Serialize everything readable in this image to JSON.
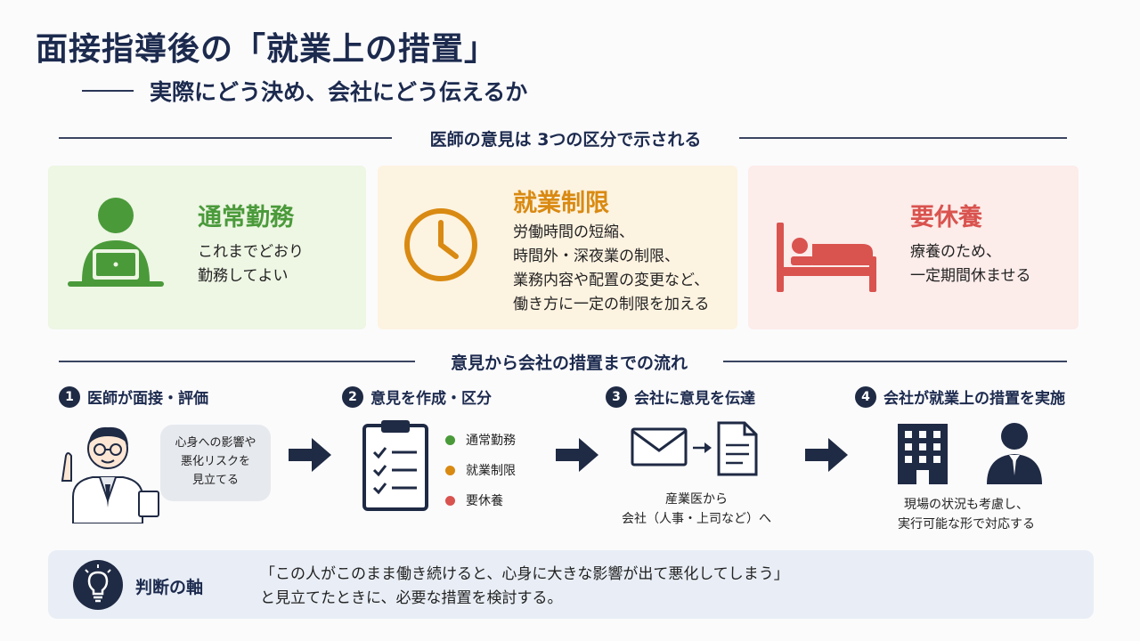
{
  "header": {
    "title": "面接指導後の「就業上の措置」",
    "subtitle": "実際にどう決め、会社にどう伝えるか"
  },
  "categories_section": {
    "title": "医師の意見は 3つの区分で示される",
    "cards": [
      {
        "heading": "通常勤務",
        "lines": [
          "これまでどおり",
          "勤務してよい"
        ],
        "color": "#4a9a3a"
      },
      {
        "heading": "就業制限",
        "lines": [
          "労働時間の短縮、",
          "時間外・深夜業の制限、",
          "業務内容や配置の変更など、",
          "働き方に一定の制限を加える"
        ],
        "color": "#d98a12"
      },
      {
        "heading": "要休養",
        "lines": [
          "療養のため、",
          "一定期間休ませる"
        ],
        "color": "#d9534f"
      }
    ]
  },
  "flow_section": {
    "title": "意見から会社の措置までの流れ",
    "steps": [
      {
        "number": "1",
        "label": "医師が面接・評価",
        "bubble_lines": [
          "心身への影響や",
          "悪化リスクを",
          "見立てる"
        ]
      },
      {
        "number": "2",
        "label": "意見を作成・区分",
        "legend": [
          "通常勤務",
          "就業制限",
          "要休養"
        ]
      },
      {
        "number": "3",
        "label": "会社に意見を伝達",
        "caption_lines": [
          "産業医から",
          "会社（人事・上司など）へ"
        ]
      },
      {
        "number": "4",
        "label": "会社が就業上の措置を実施",
        "caption_lines": [
          "現場の状況も考慮し、",
          "実行可能な形で対応する"
        ]
      }
    ]
  },
  "judgment": {
    "label": "判断の軸",
    "lines": [
      "「この人がこのまま働き続けると、心身に大きな影響が出て悪化してしまう」",
      "と見立てたときに、必要な措置を検討する。"
    ]
  },
  "colors": {
    "navy": "#1f2a44",
    "green": "#4a9a3a",
    "orange": "#d98a12",
    "red": "#d9534f"
  }
}
